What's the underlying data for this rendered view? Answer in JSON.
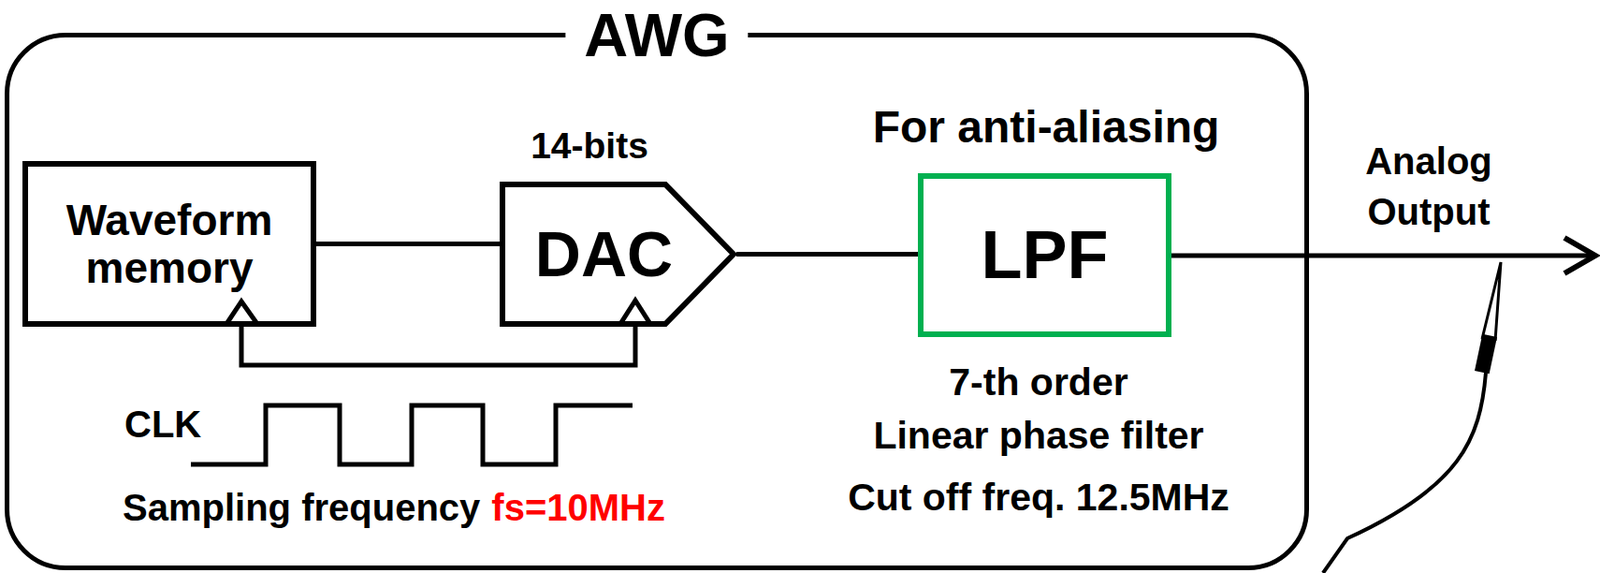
{
  "diagram": {
    "nodes": [
      {
        "text": [
          "AWG"
        ]
      },
      {
        "text": [
          "Waveform memory"
        ],
        "in": 0
      },
      {
        "text": [
          "DAC"
        ],
        "in": 0
      },
      {
        "text": [
          "LPF"
        ],
        "in": 0
      }
    ],
    "edges": [
      {
        "from": 1,
        "to": 2,
        "arrow": "none"
      },
      {
        "from": 2,
        "to": 3,
        "arrow": "none"
      }
    ],
    "labels": [
      "14-bits",
      "For anti-aliasing",
      "7-th order",
      "Linear phase filter",
      "Cut off freq. 12.5MHz",
      "CLK",
      "Sampling frequency",
      "fs=10MHz",
      "Analog Output"
    ]
  }
}
